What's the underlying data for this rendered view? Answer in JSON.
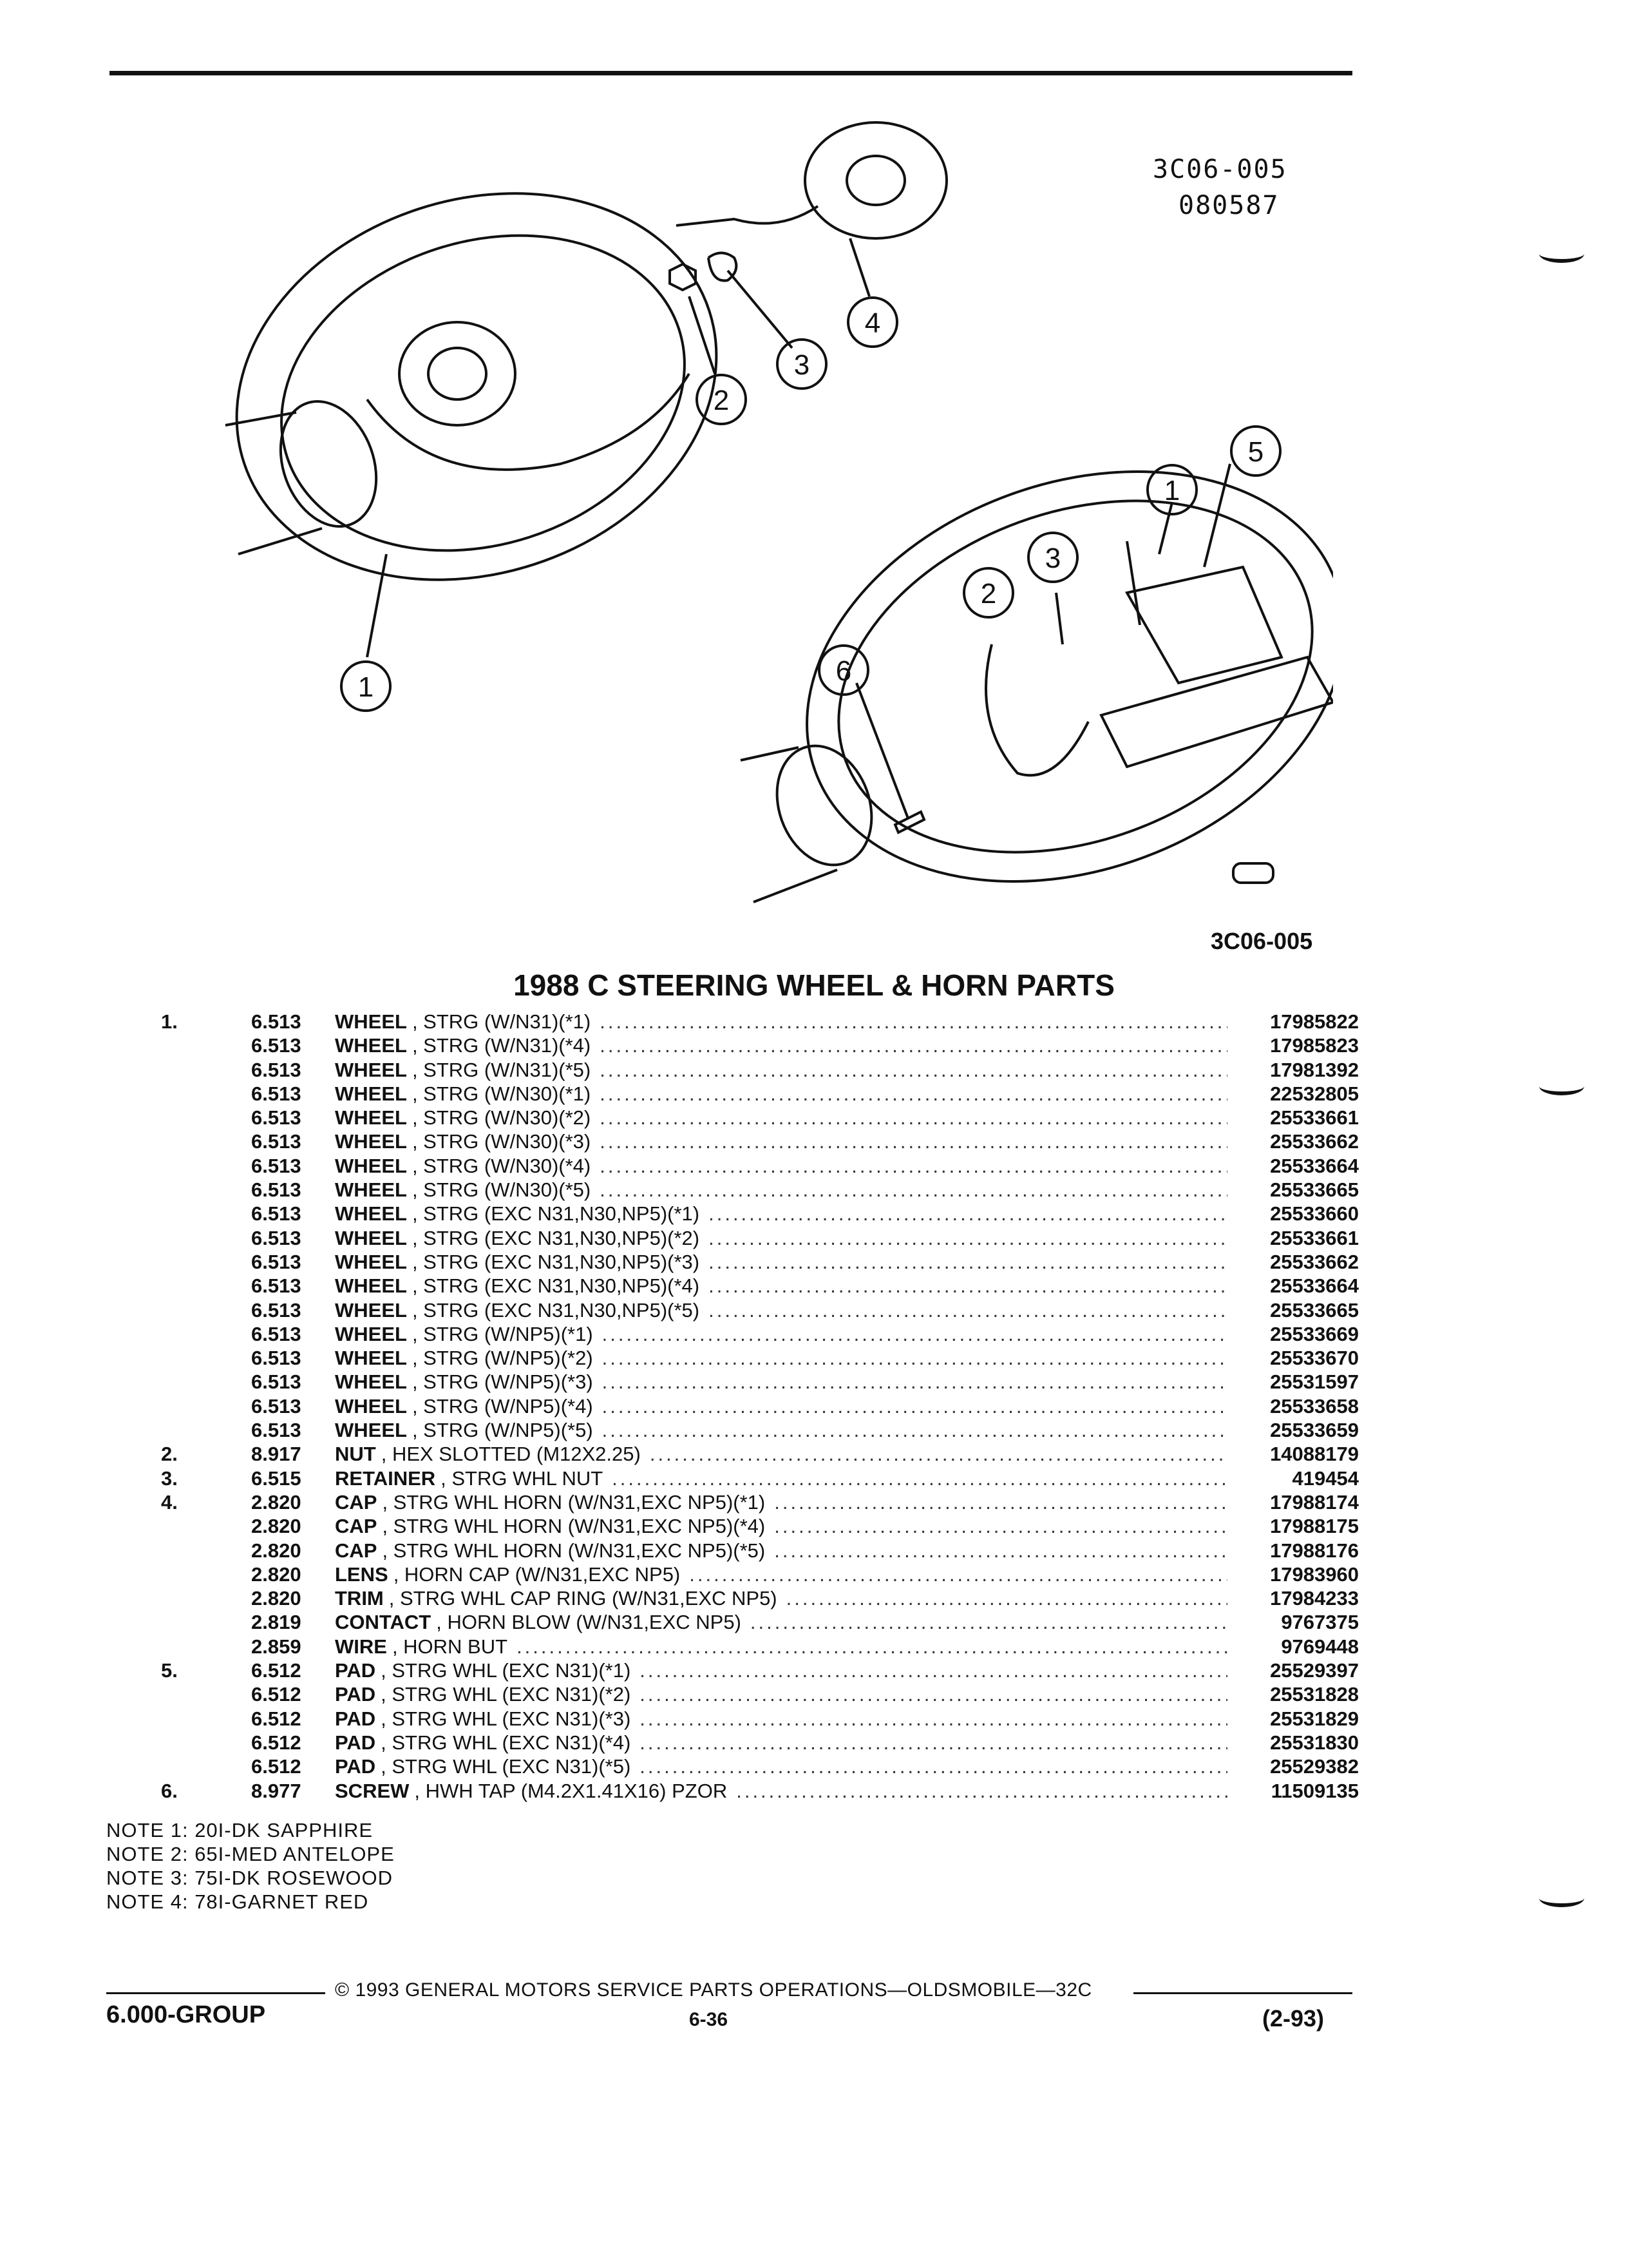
{
  "figure": {
    "code_top": "3C06-005",
    "date_code": "080587",
    "code_bottom": "3C06-005",
    "callouts": [
      "1",
      "2",
      "3",
      "4",
      "5",
      "6"
    ]
  },
  "title": "1988 C STEERING WHEEL & HORN PARTS",
  "parts": [
    {
      "item": "1.",
      "group": "6.513",
      "name": "WHEEL",
      "desc": ", STRG (W/N31)(*1)",
      "part": "17985822"
    },
    {
      "item": "",
      "group": "6.513",
      "name": "WHEEL",
      "desc": ", STRG (W/N31)(*4)",
      "part": "17985823"
    },
    {
      "item": "",
      "group": "6.513",
      "name": "WHEEL",
      "desc": ", STRG (W/N31)(*5)",
      "part": "17981392"
    },
    {
      "item": "",
      "group": "6.513",
      "name": "WHEEL",
      "desc": ", STRG (W/N30)(*1)",
      "part": "22532805"
    },
    {
      "item": "",
      "group": "6.513",
      "name": "WHEEL",
      "desc": ", STRG (W/N30)(*2)",
      "part": "25533661"
    },
    {
      "item": "",
      "group": "6.513",
      "name": "WHEEL",
      "desc": ", STRG (W/N30)(*3)",
      "part": "25533662"
    },
    {
      "item": "",
      "group": "6.513",
      "name": "WHEEL",
      "desc": ", STRG (W/N30)(*4)",
      "part": "25533664"
    },
    {
      "item": "",
      "group": "6.513",
      "name": "WHEEL",
      "desc": ", STRG (W/N30)(*5)",
      "part": "25533665"
    },
    {
      "item": "",
      "group": "6.513",
      "name": "WHEEL",
      "desc": ", STRG (EXC N31,N30,NP5)(*1)",
      "part": "25533660"
    },
    {
      "item": "",
      "group": "6.513",
      "name": "WHEEL",
      "desc": ", STRG (EXC N31,N30,NP5)(*2)",
      "part": "25533661"
    },
    {
      "item": "",
      "group": "6.513",
      "name": "WHEEL",
      "desc": ", STRG (EXC N31,N30,NP5)(*3)",
      "part": "25533662"
    },
    {
      "item": "",
      "group": "6.513",
      "name": "WHEEL",
      "desc": ", STRG (EXC N31,N30,NP5)(*4)",
      "part": "25533664"
    },
    {
      "item": "",
      "group": "6.513",
      "name": "WHEEL",
      "desc": ", STRG (EXC N31,N30,NP5)(*5)",
      "part": "25533665"
    },
    {
      "item": "",
      "group": "6.513",
      "name": "WHEEL",
      "desc": ", STRG (W/NP5)(*1)",
      "part": "25533669"
    },
    {
      "item": "",
      "group": "6.513",
      "name": "WHEEL",
      "desc": ", STRG (W/NP5)(*2)",
      "part": "25533670"
    },
    {
      "item": "",
      "group": "6.513",
      "name": "WHEEL",
      "desc": ", STRG (W/NP5)(*3)",
      "part": "25531597"
    },
    {
      "item": "",
      "group": "6.513",
      "name": "WHEEL",
      "desc": ", STRG (W/NP5)(*4)",
      "part": "25533658"
    },
    {
      "item": "",
      "group": "6.513",
      "name": "WHEEL",
      "desc": ", STRG (W/NP5)(*5)",
      "part": "25533659"
    },
    {
      "item": "2.",
      "group": "8.917",
      "name": "NUT",
      "desc": ", HEX SLOTTED (M12X2.25)",
      "part": "14088179"
    },
    {
      "item": "3.",
      "group": "6.515",
      "name": "RETAINER",
      "desc": ", STRG WHL NUT",
      "part": "419454"
    },
    {
      "item": "4.",
      "group": "2.820",
      "name": "CAP",
      "desc": ", STRG WHL HORN (W/N31,EXC NP5)(*1)",
      "part": "17988174"
    },
    {
      "item": "",
      "group": "2.820",
      "name": "CAP",
      "desc": ", STRG WHL HORN (W/N31,EXC NP5)(*4)",
      "part": "17988175"
    },
    {
      "item": "",
      "group": "2.820",
      "name": "CAP",
      "desc": ", STRG WHL HORN (W/N31,EXC NP5)(*5)",
      "part": "17988176"
    },
    {
      "item": "",
      "group": "2.820",
      "name": "LENS",
      "desc": ", HORN CAP (W/N31,EXC NP5)",
      "part": "17983960"
    },
    {
      "item": "",
      "group": "2.820",
      "name": "TRIM",
      "desc": ", STRG WHL CAP RING (W/N31,EXC NP5)",
      "part": "17984233"
    },
    {
      "item": "",
      "group": "2.819",
      "name": "CONTACT",
      "desc": ", HORN BLOW (W/N31,EXC NP5)",
      "part": "9767375"
    },
    {
      "item": "",
      "group": "2.859",
      "name": "WIRE",
      "desc": ", HORN BUT",
      "part": "9769448"
    },
    {
      "item": "5.",
      "group": "6.512",
      "name": "PAD",
      "desc": ", STRG WHL (EXC N31)(*1)",
      "part": "25529397"
    },
    {
      "item": "",
      "group": "6.512",
      "name": "PAD",
      "desc": ", STRG WHL (EXC N31)(*2)",
      "part": "25531828"
    },
    {
      "item": "",
      "group": "6.512",
      "name": "PAD",
      "desc": ", STRG WHL (EXC N31)(*3)",
      "part": "25531829"
    },
    {
      "item": "",
      "group": "6.512",
      "name": "PAD",
      "desc": ", STRG WHL (EXC N31)(*4)",
      "part": "25531830"
    },
    {
      "item": "",
      "group": "6.512",
      "name": "PAD",
      "desc": ", STRG WHL (EXC N31)(*5)",
      "part": "25529382"
    },
    {
      "item": "6.",
      "group": "8.977",
      "name": "SCREW",
      "desc": ", HWH TAP (M4.2X1.41X16) PZOR",
      "part": "11509135"
    }
  ],
  "notes": [
    "NOTE 1: 20I-DK SAPPHIRE",
    "NOTE 2: 65I-MED ANTELOPE",
    "NOTE 3: 75I-DK ROSEWOOD",
    "NOTE 4: 78I-GARNET RED"
  ],
  "footer": {
    "copyright": "© 1993 GENERAL MOTORS SERVICE PARTS OPERATIONS—OLDSMOBILE—32C",
    "group": "6.000-GROUP",
    "page": "6-36",
    "date": "(2-93)"
  }
}
